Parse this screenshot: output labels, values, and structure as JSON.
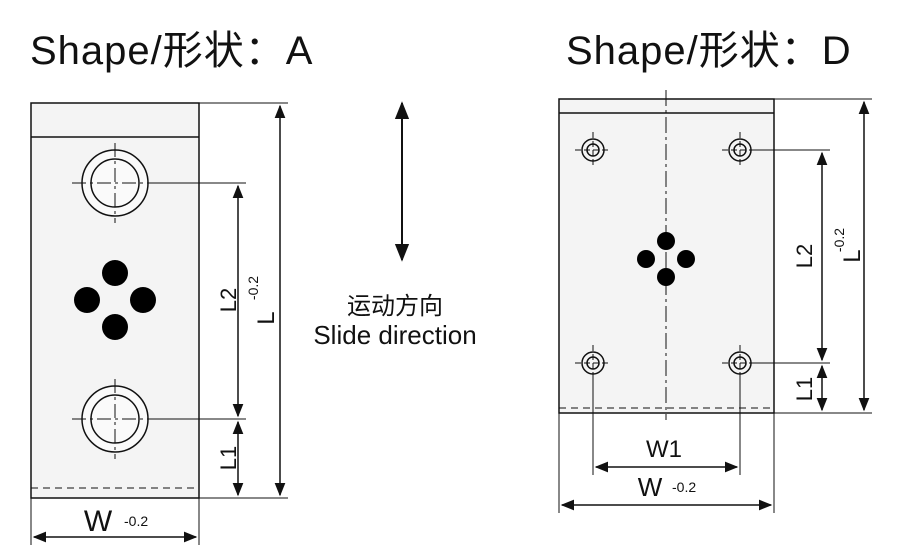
{
  "shape_a": {
    "title": "Shape/形状：A",
    "w_label": "W",
    "w_tol": "-0.2",
    "l_label": "L",
    "l_tol": "-0.2",
    "l1_label": "L1",
    "l2_label": "L2"
  },
  "shape_d": {
    "title": "Shape/形状：D",
    "w_label": "W",
    "w_tol": "-0.2",
    "w1_label": "W1",
    "l_label": "L",
    "l_tol": "-0.2",
    "l1_label": "L1",
    "l2_label": "L2"
  },
  "slide": {
    "label_cn": "运动方向",
    "label_en": "Slide direction"
  }
}
